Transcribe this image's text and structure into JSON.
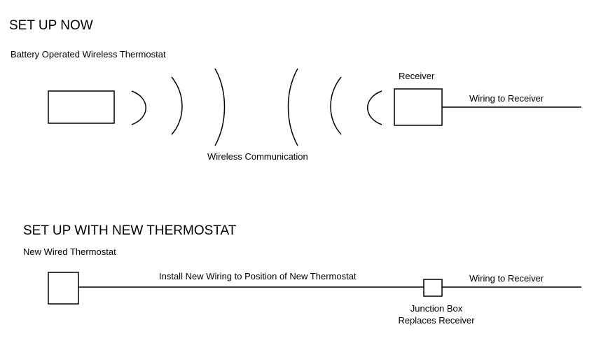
{
  "section_now": {
    "heading": "SET UP NOW",
    "thermostat_label": "Battery Operated Wireless Thermostat",
    "receiver_label": "Receiver",
    "wiring_label": "Wiring to Receiver",
    "wireless_label": "Wireless Communication"
  },
  "section_new": {
    "heading": "SET UP WITH NEW THERMOSTAT",
    "thermostat_label": "New Wired Thermostat",
    "install_label": "Install New Wiring to Position of New Thermostat",
    "wiring_label": "Wiring to Receiver",
    "junction_label_line1": "Junction Box",
    "junction_label_line2": "Replaces Receiver"
  }
}
